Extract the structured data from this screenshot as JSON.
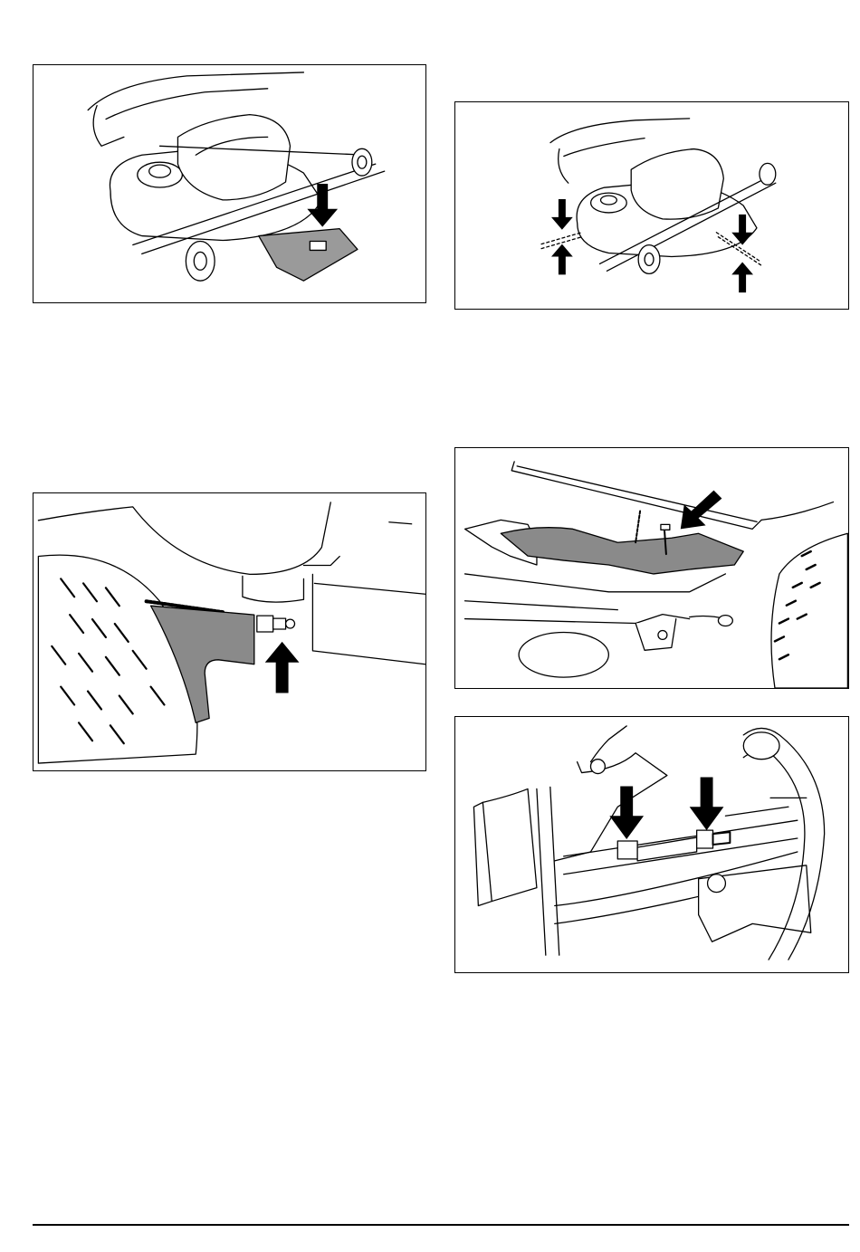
{
  "page": {
    "figures": [
      {
        "id": "fig1",
        "subject": "mower-deck-on-block",
        "arrows": 1
      },
      {
        "id": "fig2",
        "subject": "mower-deck-height-points",
        "arrows": 4
      },
      {
        "id": "fig3",
        "subject": "wheel-bracket-adjuster",
        "arrows": 1
      },
      {
        "id": "fig4",
        "subject": "deck-suspension-chain-bolt",
        "arrows": 1
      },
      {
        "id": "fig5",
        "subject": "link-rod-lock-nuts",
        "arrows": 2
      }
    ],
    "colors": {
      "line": "#000000",
      "fill_gray": "#8a8a8a",
      "background": "#ffffff"
    }
  }
}
